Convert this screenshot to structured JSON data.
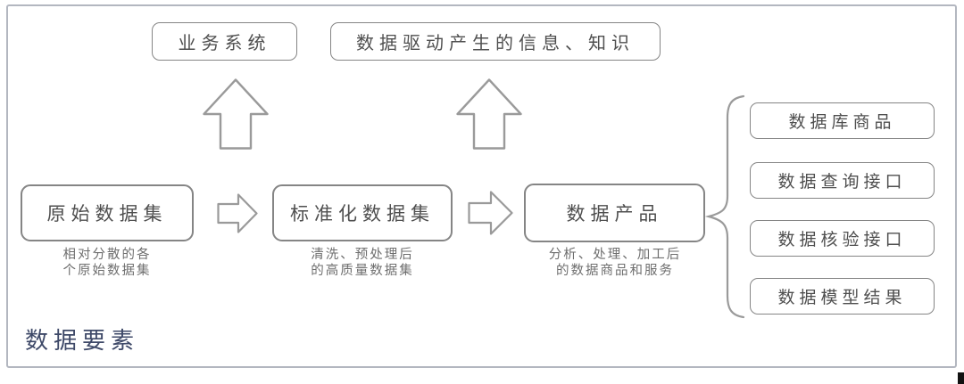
{
  "page": {
    "bottom_label": "数据要素"
  },
  "top_boxes": [
    {
      "label": "业务系统"
    },
    {
      "label": "数据驱动产生的信息、知识"
    }
  ],
  "flow_boxes": [
    {
      "label": "原始数据集",
      "caption": [
        "相对分散的各",
        "个原始数据集"
      ]
    },
    {
      "label": "标准化数据集",
      "caption": [
        "清洗、预处理后",
        "的高质量数据集"
      ]
    },
    {
      "label": "数据产品",
      "caption": [
        "分析、处理、加工后",
        "的数据商品和服务"
      ]
    }
  ],
  "output_boxes": [
    {
      "label": "数据库商品"
    },
    {
      "label": "数据查询接口"
    },
    {
      "label": "数据核验接口"
    },
    {
      "label": "数据模型结果"
    }
  ],
  "icons": {
    "up_arrow": "up-arrow",
    "right_arrow": "right-arrow",
    "brace": "curly-brace"
  },
  "colors": {
    "outer_border": "#b3b7c0",
    "box_border": "#858585",
    "box_text": "#4f4f4f",
    "caption_text": "#6e6e6e",
    "bottom_label_text": "#3e4968",
    "arrow_stroke": "#9a9a9a"
  }
}
